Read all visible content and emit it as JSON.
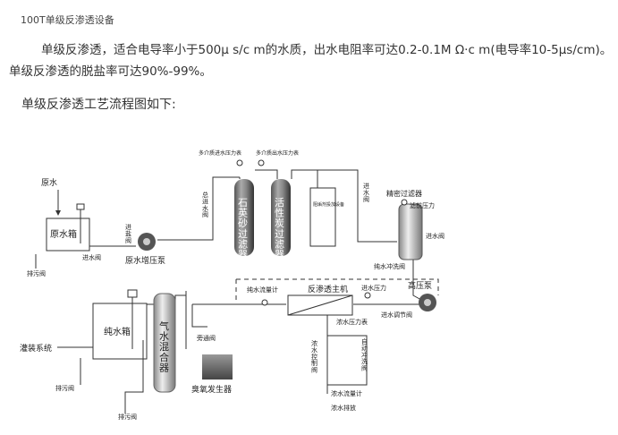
{
  "doc": {
    "title": "100T单级反渗透设备",
    "paragraph": "单级反渗透，适合电导率小于500μ s/c m的水质，出水电阻率可达0.2-0.1M Ω·c m(电导率10-5μs/cm)。单级反渗透的脱盐率可达90%-99%。",
    "flow_title": "单级反渗透工艺流程图如下:"
  },
  "diagram": {
    "raw_water": "原水",
    "raw_tank": "原水箱",
    "inlet_valve": "进\n盐\n阀",
    "raw_pump": "原水增压泵",
    "inlet_valve2": "进水阀",
    "drain_valve": "排污阀",
    "gauge_in": "多介质进水压力表",
    "gauge_out": "多介质出水压力表",
    "main_inlet_valve": "总\n进\n水\n阀",
    "sand_filter": "石\n英\n砂\n过\n滤\n器",
    "carbon_filter": "活\n性\n炭\n过\n滤\n器",
    "dosing": "阻垢剂投加设备",
    "precision_filter": "精密过滤器",
    "filter_pressure": "滤前压力",
    "inlet_valve3": "进水阀",
    "inlet_valve4": "进\n水\n阀",
    "flush_valve": "纯水冲洗阀",
    "ro_main": "反渗透主机",
    "hp_pump": "高压泵",
    "inlet_pressure": "进水压力",
    "inlet_regulator": "进水调节阀",
    "pure_flowmeter": "纯水流量计",
    "pure_tank": "纯水箱",
    "bottling": "灌装系统",
    "gas_mixer": "气\n水\n混\n合\n器",
    "bypass_valve": "旁通阀",
    "ozone": "臭氧发生器",
    "conc_pressure": "浓水压力表",
    "conc_valve": "浓\n水\n控\n制\n阀",
    "auto_flush": "自\n动\n冲\n洗\n阀",
    "conc_flowmeter": "浓水流量计",
    "conc_drain": "浓水排放",
    "drain_valve2": "排污阀",
    "drain_valve3": "排污阀"
  }
}
